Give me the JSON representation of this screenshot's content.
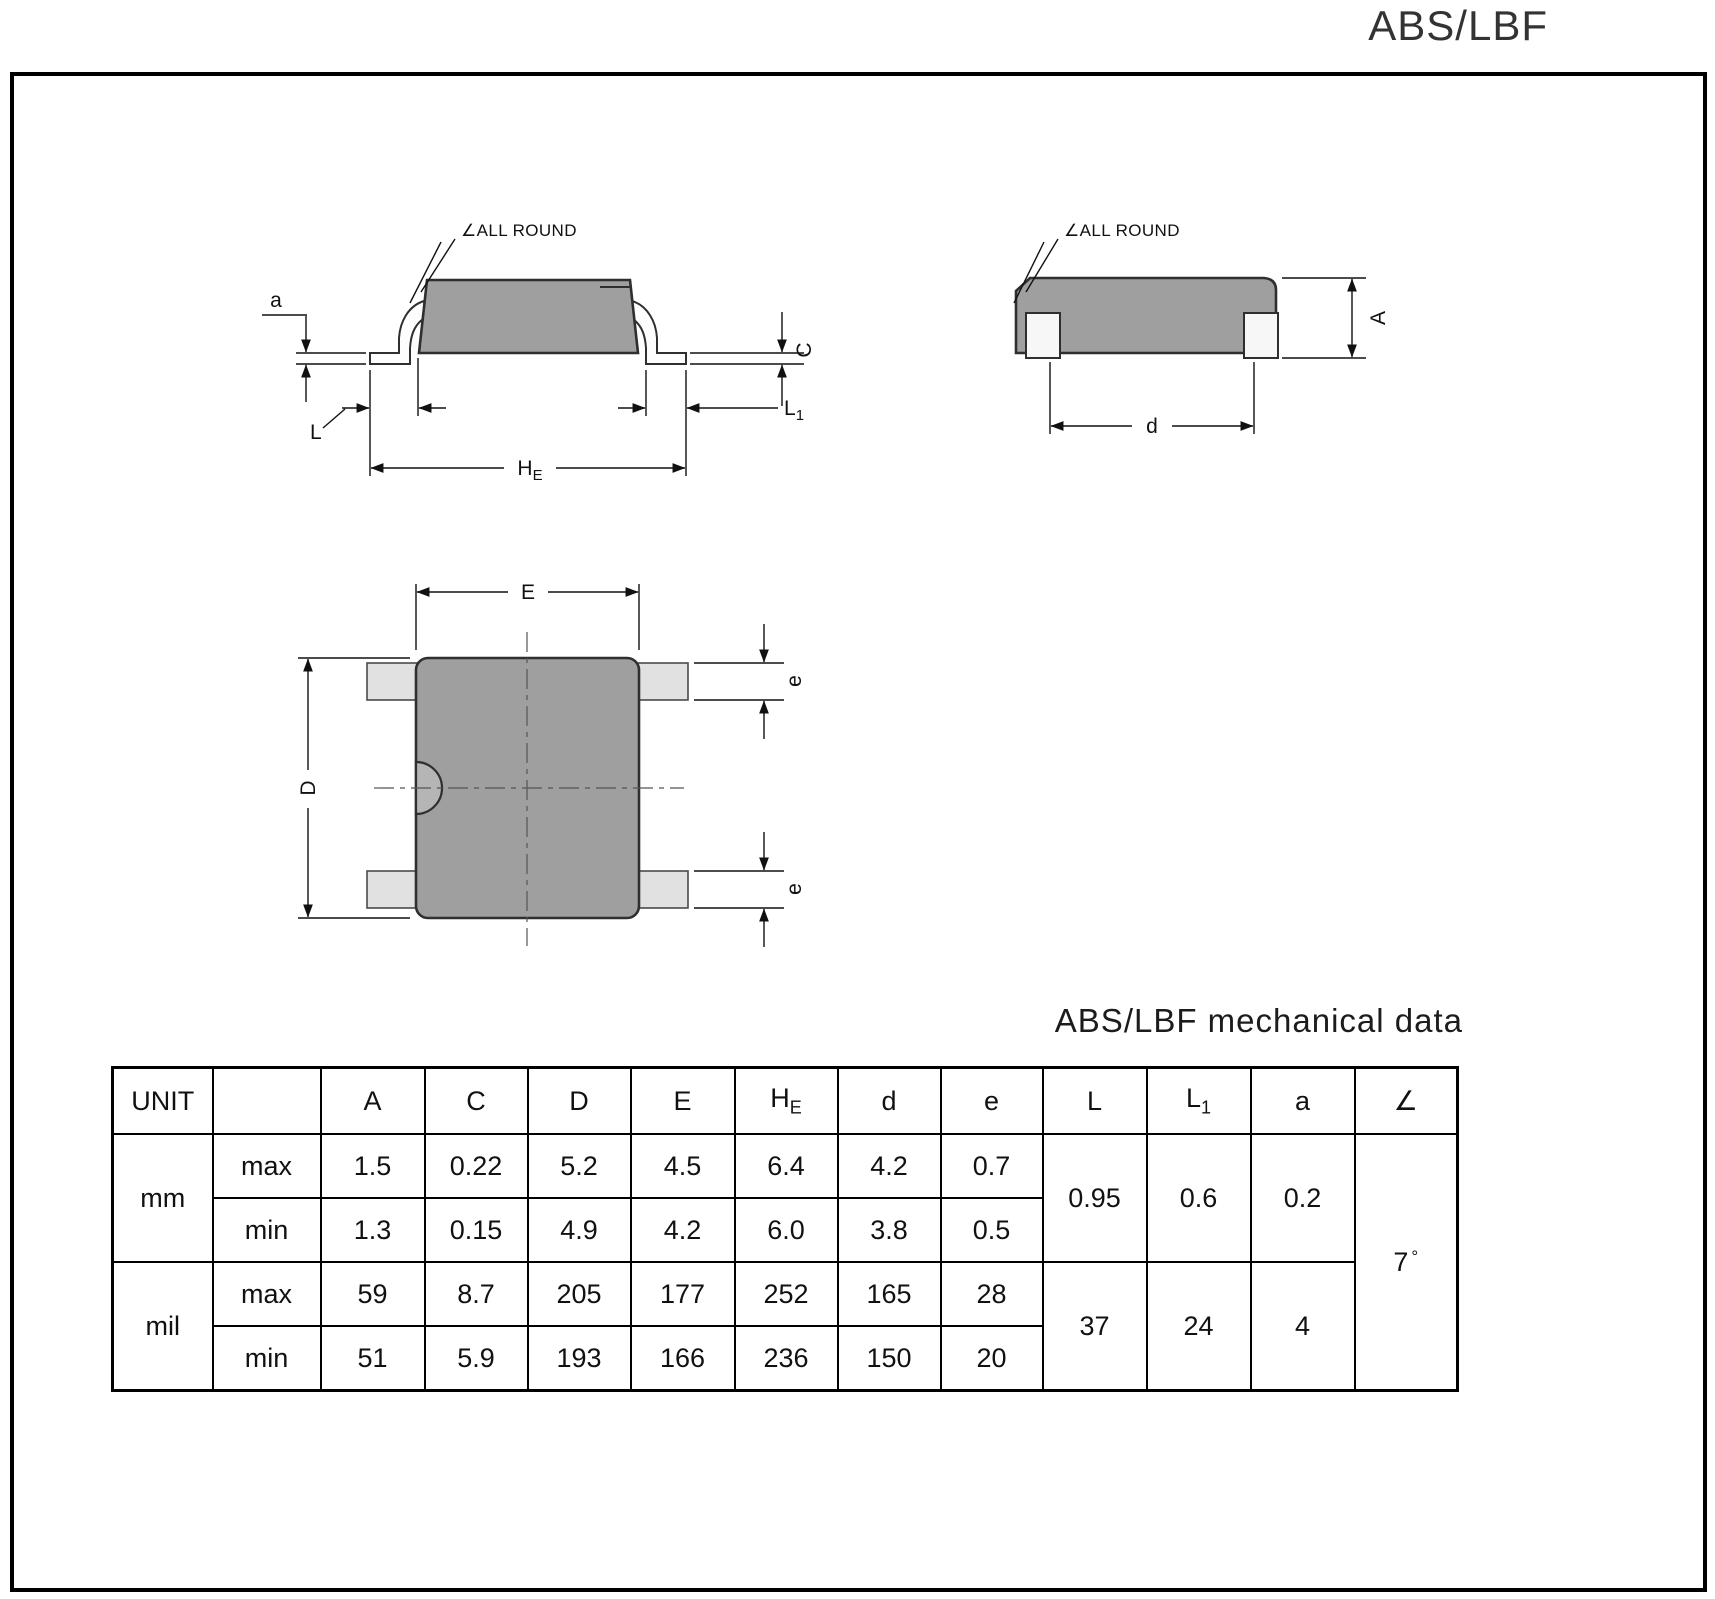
{
  "page": {
    "doc_title": "ABS/LBF",
    "table_title": "ABS/LBF  mechanical data"
  },
  "drawings": {
    "side_view": {
      "all_round_label": "∠ALL ROUND",
      "dim_a": "a",
      "dim_l": "L",
      "dim_he_base": "H",
      "dim_he_sub": "E",
      "dim_l1_base": "L",
      "dim_l1_sub": "1",
      "dim_c": "C"
    },
    "front_view": {
      "all_round_label": "∠ALL ROUND",
      "dim_a_upper": "A",
      "dim_d": "d"
    },
    "top_view": {
      "dim_e_upper": "E",
      "dim_d_upper": "D",
      "dim_e_lower": "e"
    }
  },
  "table": {
    "unit_header": "UNIT",
    "col_a": "A",
    "col_c": "C",
    "col_d": "D",
    "col_e": "E",
    "col_he_base": "H",
    "col_he_sub": "E",
    "col_d_small": "d",
    "col_e_small": "e",
    "col_l": "L",
    "col_l1_base": "L",
    "col_l1_sub": "1",
    "col_a_small": "a",
    "col_angle": "∠",
    "row_mm": "mm",
    "row_mil": "mil",
    "row_max": "max",
    "row_min": "min",
    "mm_max": [
      "1.5",
      "0.22",
      "5.2",
      "4.5",
      "6.4",
      "4.2",
      "0.7"
    ],
    "mm_min": [
      "1.3",
      "0.15",
      "4.9",
      "4.2",
      "6.0",
      "3.8",
      "0.5"
    ],
    "mil_max": [
      "59",
      "8.7",
      "205",
      "177",
      "252",
      "165",
      "28"
    ],
    "mil_min": [
      "51",
      "5.9",
      "193",
      "166",
      "236",
      "150",
      "20"
    ],
    "mm_l": "0.95",
    "mm_l1": "0.6",
    "mm_a": "0.2",
    "mil_l": "37",
    "mil_l1": "24",
    "mil_a": "4",
    "angle_value": "7",
    "angle_degree": "°"
  }
}
